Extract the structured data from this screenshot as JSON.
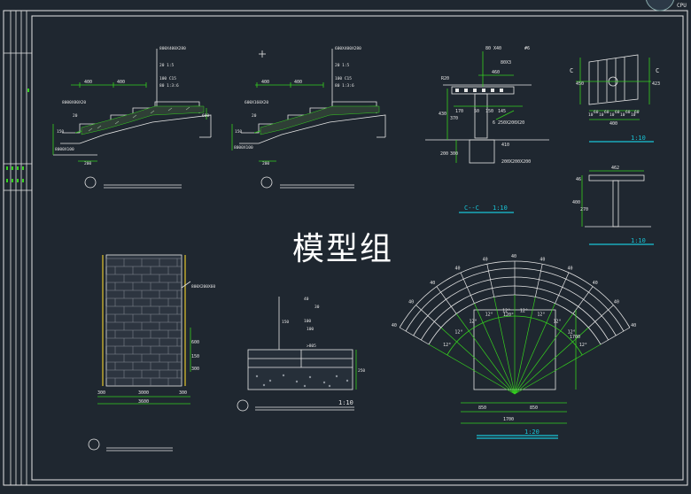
{
  "watermark": "模型组",
  "corner_badge": "CPU",
  "stair1": {
    "dims_top": [
      "400",
      "400"
    ],
    "spec": [
      "800X400X280",
      "20 1:5",
      "100 C15",
      "80 1:3:6"
    ],
    "side": [
      "8000X80X20",
      "20",
      "150",
      "8000X100",
      "200",
      "600"
    ]
  },
  "stair2": {
    "dims_top": [
      "400",
      "400"
    ],
    "spec": [
      "600X400X280",
      "20 1:5",
      "100 C15",
      "80 1:3:6"
    ],
    "side": [
      "600X160X20",
      "20",
      "150",
      "8000X100",
      "200"
    ]
  },
  "bench_cc": {
    "top": [
      "80 X40",
      "80X3",
      "#6",
      "460",
      "R20"
    ],
    "side": [
      "430",
      "370",
      "200",
      "300"
    ],
    "bottom": [
      "170",
      "50",
      "150",
      "145"
    ],
    "notes": [
      "6 250X200X20",
      "410",
      "200X200X200"
    ],
    "label": "C--C",
    "scale": "1:10"
  },
  "plan_small": {
    "labels": [
      "C",
      "C"
    ],
    "dims": [
      "10",
      "60",
      "10",
      "60",
      "10",
      "60",
      "10",
      "60",
      "10",
      "60"
    ],
    "total": "400",
    "side": [
      "450",
      "423"
    ],
    "scale": "1:10"
  },
  "elev_small": {
    "top": "462",
    "side": [
      "46",
      "400",
      "270"
    ],
    "scale": "1:10"
  },
  "wall": {
    "note": "800X200X60",
    "dims": [
      "300",
      "3000",
      "300"
    ],
    "total": "3600",
    "side": [
      "600",
      "150",
      "300"
    ]
  },
  "pave": {
    "labels": [
      "40",
      "30",
      "100",
      "100",
      "150"
    ],
    "note": ">805",
    "side": "250",
    "scale": "1:10"
  },
  "fan": {
    "angles": [
      "12°",
      "12°",
      "12°",
      "12°",
      "12°",
      "12°",
      "12°",
      "12°",
      "12°",
      "12°"
    ],
    "top_label": "120°",
    "outer_40": [
      "40",
      "40",
      "40",
      "40",
      "40",
      "40",
      "40",
      "40",
      "40",
      "40",
      "40"
    ],
    "dims": [
      "850",
      "850"
    ],
    "total": "1700",
    "side": "1700",
    "scale": "1:20"
  }
}
